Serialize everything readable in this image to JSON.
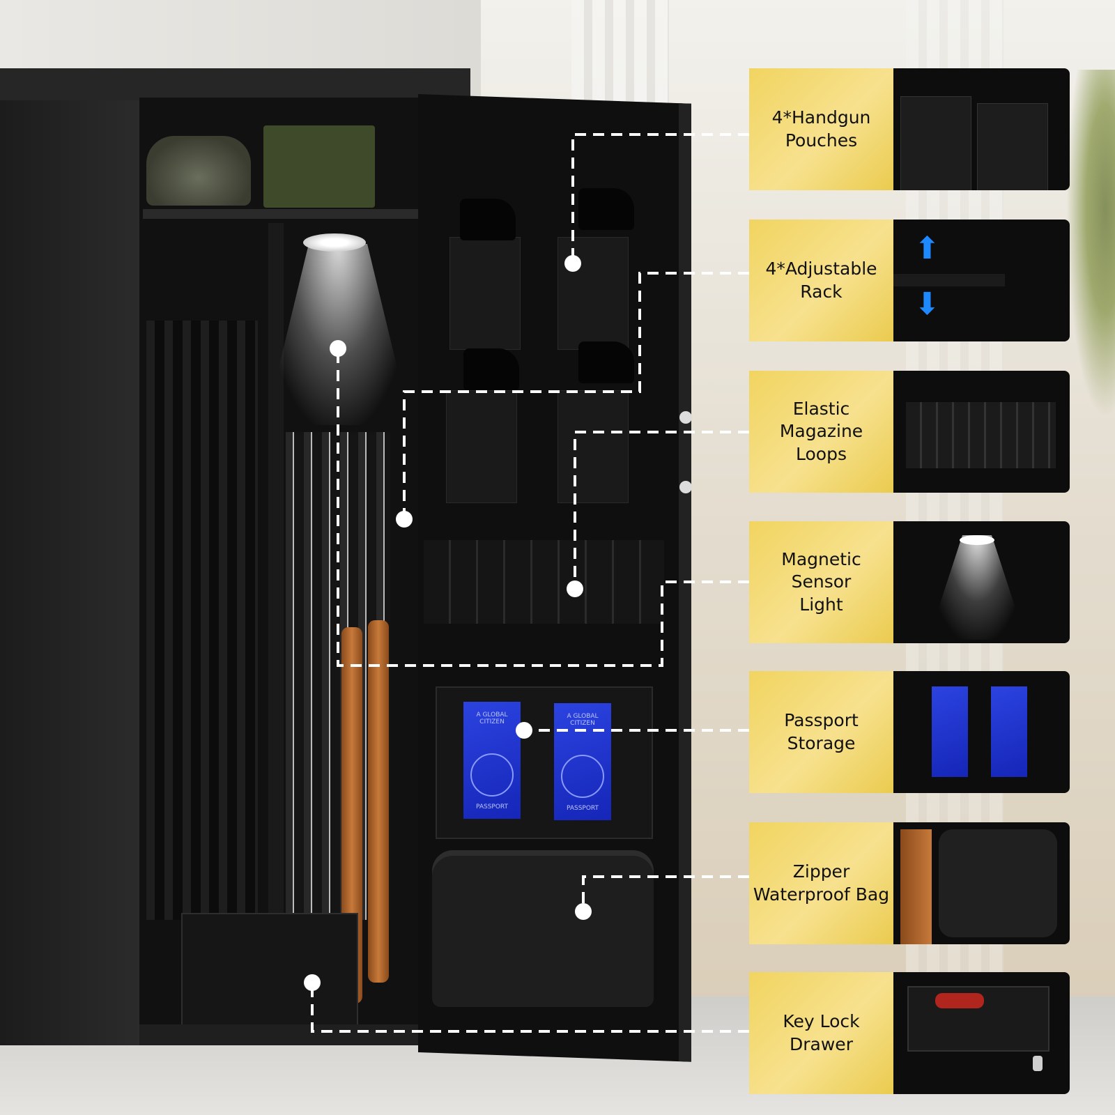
{
  "features": [
    {
      "label": "4*Handgun\nPouches",
      "icon": "handgun-pouch-icon"
    },
    {
      "label": "4*Adjustable\nRack",
      "icon": "adjustable-rack-icon"
    },
    {
      "label": "Elastic Magazine\nLoops",
      "icon": "magazine-loops-icon"
    },
    {
      "label": "Magnetic Sensor\nLight",
      "icon": "sensor-light-icon"
    },
    {
      "label": "Passport\nStorage",
      "icon": "passport-icon"
    },
    {
      "label": "Zipper\nWaterproof Bag",
      "icon": "zipper-bag-icon"
    },
    {
      "label": "Key Lock\nDrawer",
      "icon": "key-drawer-icon"
    }
  ],
  "passport": {
    "line1": "A GLOBAL",
    "line2": "CITIZEN",
    "word": "PASSPORT"
  },
  "colors": {
    "label_yellow": "#f3d86b",
    "callout_white": "#ffffff",
    "cabinet_black": "#111111",
    "passport_blue": "#1f34d1"
  }
}
